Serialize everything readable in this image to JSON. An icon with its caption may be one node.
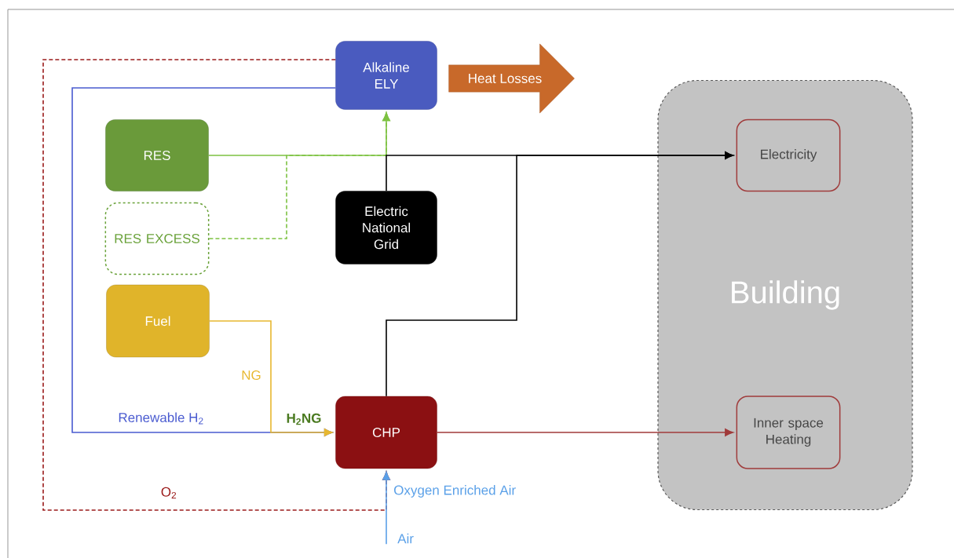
{
  "diagram": {
    "nodes": [
      {
        "text": [
          "Alkaline ELY"
        ]
      },
      {
        "text": [
          "Heat Losses"
        ]
      },
      {
        "text": [
          "RES"
        ]
      },
      {
        "text": [
          "RES EXCESS"
        ]
      },
      {
        "text": [
          "Electric National Grid"
        ]
      },
      {
        "text": [
          "Fuel"
        ]
      },
      {
        "text": [
          "CHP"
        ]
      },
      {
        "text": [
          "Building"
        ]
      },
      {
        "text": [
          "Electricity"
        ],
        "in": 7
      },
      {
        "text": [
          "Inner space Heating"
        ],
        "in": 7
      },
      {
        "text": [
          "Air"
        ]
      }
    ],
    "edges": [
      {
        "from": 2,
        "to": 0,
        "arrow": "to",
        "color": "#7dc242"
      },
      {
        "from": 3,
        "to": 0,
        "arrow": "to",
        "style": "dashed",
        "color": "#7dc242"
      },
      {
        "from": 4,
        "to": 8,
        "arrow": "to",
        "color": "#000000"
      },
      {
        "from": 6,
        "to": 8,
        "arrow": "to",
        "color": "#000000"
      },
      {
        "from": 0,
        "to": 6,
        "arrow": "to",
        "label": "Renewable H$_{2}$",
        "color": "#4a5bd0"
      },
      {
        "from": 5,
        "to": 6,
        "arrow": "to",
        "label": "NG",
        "color": "#e8b830"
      },
      {
        "from": 0,
        "to": 6,
        "arrow": "to",
        "label": "O$_{2}$",
        "style": "dashed",
        "color": "#9b1b1b"
      },
      {
        "from": 10,
        "to": 6,
        "arrow": "to",
        "label": "Oxygen Enriched Air",
        "color": "#5aa0e8"
      },
      {
        "from": 6,
        "to": 9,
        "arrow": "to",
        "color": "#a03a3a"
      }
    ],
    "labels": [
      "H$_{2}$NG"
    ]
  }
}
